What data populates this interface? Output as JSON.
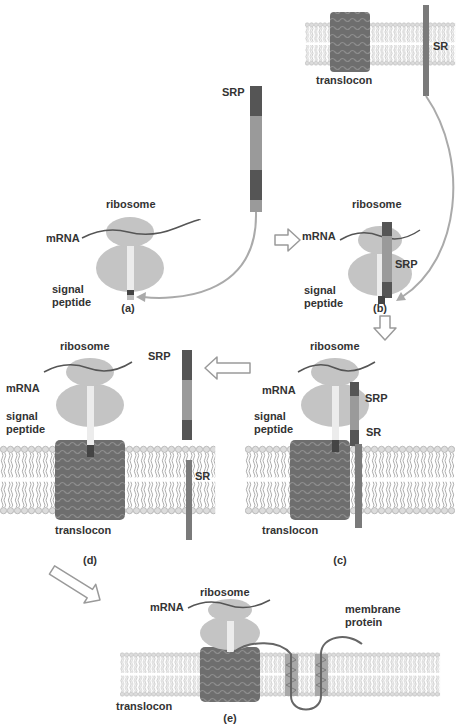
{
  "diagram": {
    "nodes": [
      {
        "text": [
          "ribosome",
          "mRNA",
          "signal peptide",
          "SRP",
          "(a)"
        ]
      },
      {
        "text": [
          "translocon",
          "SR",
          "ribosome",
          "mRNA",
          "SRP",
          "signal peptide",
          "(b)"
        ]
      },
      {
        "text": [
          "ribosome",
          "mRNA",
          "signal peptide",
          "SRP",
          "SR",
          "translocon",
          "(c)"
        ]
      },
      {
        "text": [
          "ribosome",
          "SRP",
          "mRNA",
          "signal peptide",
          "SR",
          "translocon",
          "(d)"
        ]
      },
      {
        "text": [
          "ribosome",
          "mRNA",
          "membrane protein",
          "translocon",
          "(e)"
        ]
      }
    ],
    "edges": [
      {
        "from": 0,
        "to": 1,
        "arrow": "to"
      },
      {
        "from": 1,
        "to": 2,
        "arrow": "to"
      },
      {
        "from": 2,
        "to": 3,
        "arrow": "to"
      },
      {
        "from": 3,
        "to": 4,
        "arrow": "to"
      }
    ]
  }
}
